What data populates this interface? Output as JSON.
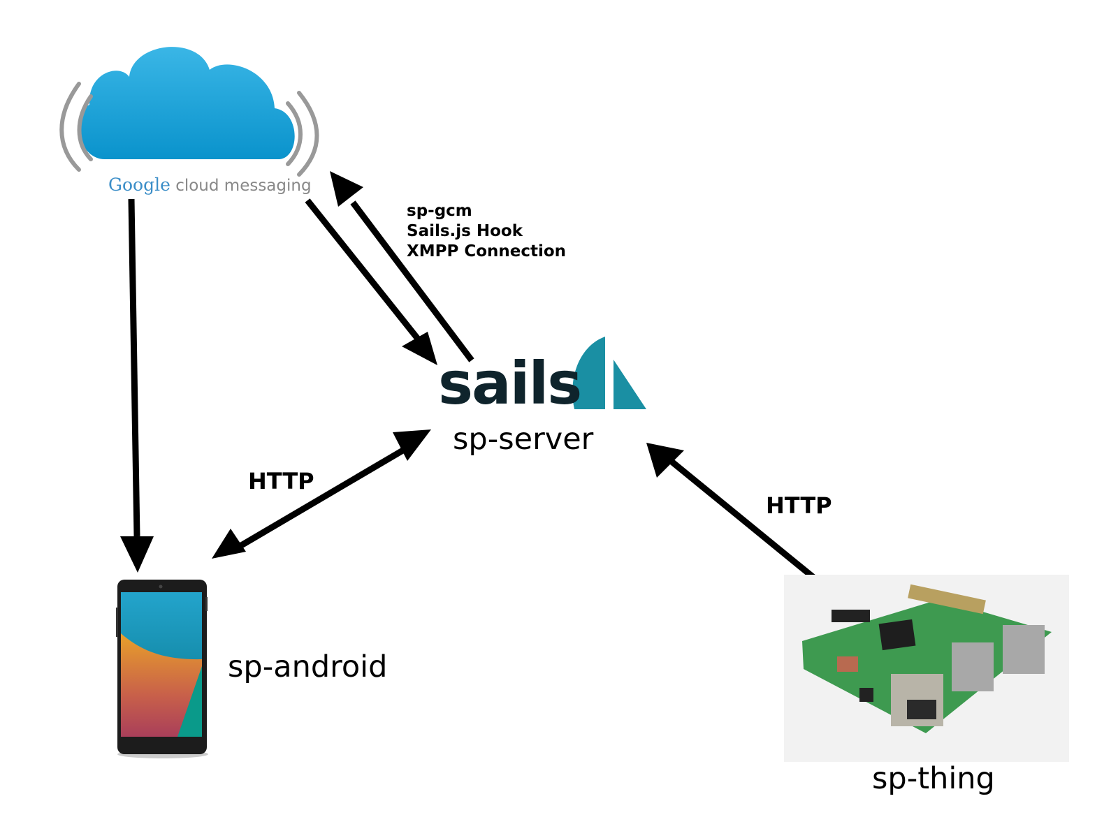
{
  "nodes": {
    "gcm": {
      "brand": "Google",
      "caption": "cloud messaging"
    },
    "server": {
      "logo_text": "sails",
      "label": "sp-server"
    },
    "android": {
      "label": "sp-android"
    },
    "thing": {
      "label": "sp-thing"
    }
  },
  "edges": {
    "gcm_link_label": [
      "sp-gcm",
      "Sails.js Hook",
      "XMPP Connection"
    ],
    "android_http_label": "HTTP",
    "thing_http_label": "HTTP"
  },
  "colors": {
    "cloud": "#2fa9de",
    "sails_sail": "#1a8fa3",
    "sails_text": "#0f242c",
    "arrow": "#000000",
    "pcb": "#3e9a50"
  }
}
